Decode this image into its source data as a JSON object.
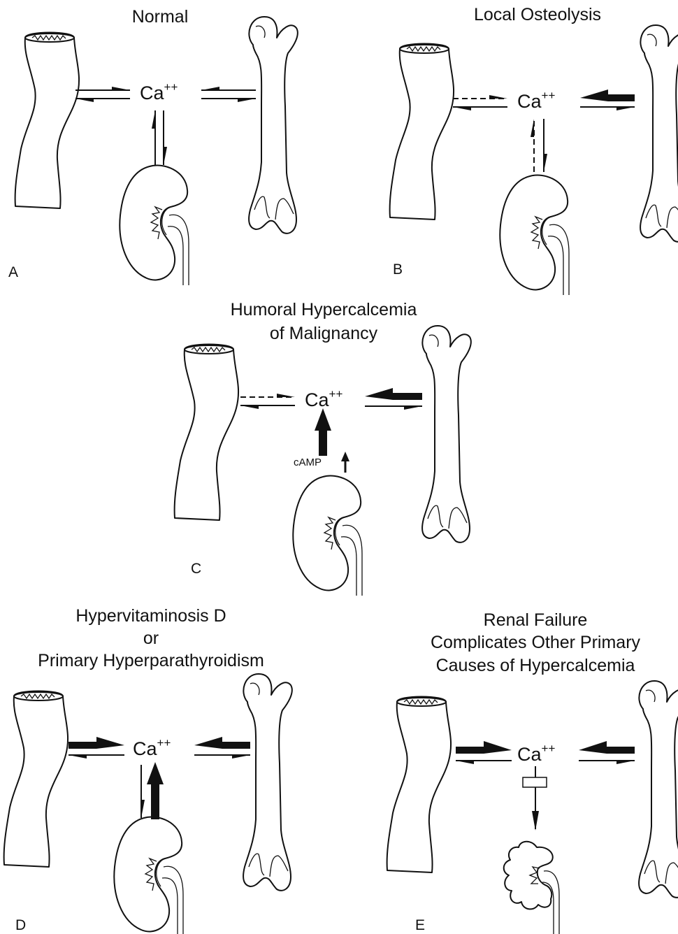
{
  "panels": [
    {
      "letter": "A",
      "title": [
        "Normal"
      ],
      "ion": "Ca",
      "charge": "++"
    },
    {
      "letter": "B",
      "title": [
        "Local Osteolysis"
      ],
      "ion": "Ca",
      "charge": "++"
    },
    {
      "letter": "C",
      "title": [
        "Humoral Hypercalcemia",
        "of Malignancy"
      ],
      "ion": "Ca",
      "charge": "++",
      "mediator": "cAMP"
    },
    {
      "letter": "D",
      "title": [
        "Hypervitaminosis D",
        "or",
        "Primary Hyperparathyroidism"
      ],
      "ion": "Ca",
      "charge": "++"
    },
    {
      "letter": "E",
      "title": [
        "Renal Failure",
        "Complicates Other Primary",
        "Causes of Hypercalcemia"
      ],
      "ion": "Ca",
      "charge": "++"
    }
  ],
  "organs": {
    "gut": "intestine",
    "bone": "femur",
    "kidney": "kidney"
  }
}
